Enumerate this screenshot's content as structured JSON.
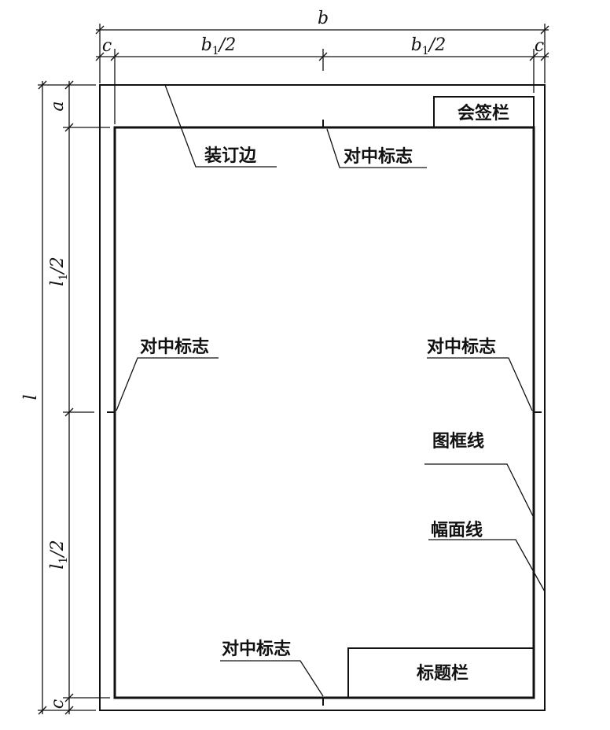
{
  "labels": {
    "binding_edge": "装订边",
    "center_mark_top": "对中标志",
    "center_mark_left": "对中标志",
    "center_mark_right": "对中标志",
    "center_mark_bottom": "对中标志",
    "frame_line": "图框线",
    "sheet_line": "幅面线",
    "countersign_block": "会签栏",
    "title_block": "标题栏"
  },
  "dimensions": {
    "width": "b",
    "width_half_main": "b",
    "width_half_sub": "1",
    "width_half_suffix": "/2",
    "margin_side": "c",
    "length": "l",
    "length_half_main": "l",
    "length_half_sub": "1",
    "length_half_suffix": "/2",
    "binding_margin": "a"
  },
  "colors": {
    "line": "#111111",
    "background": "#ffffff"
  }
}
